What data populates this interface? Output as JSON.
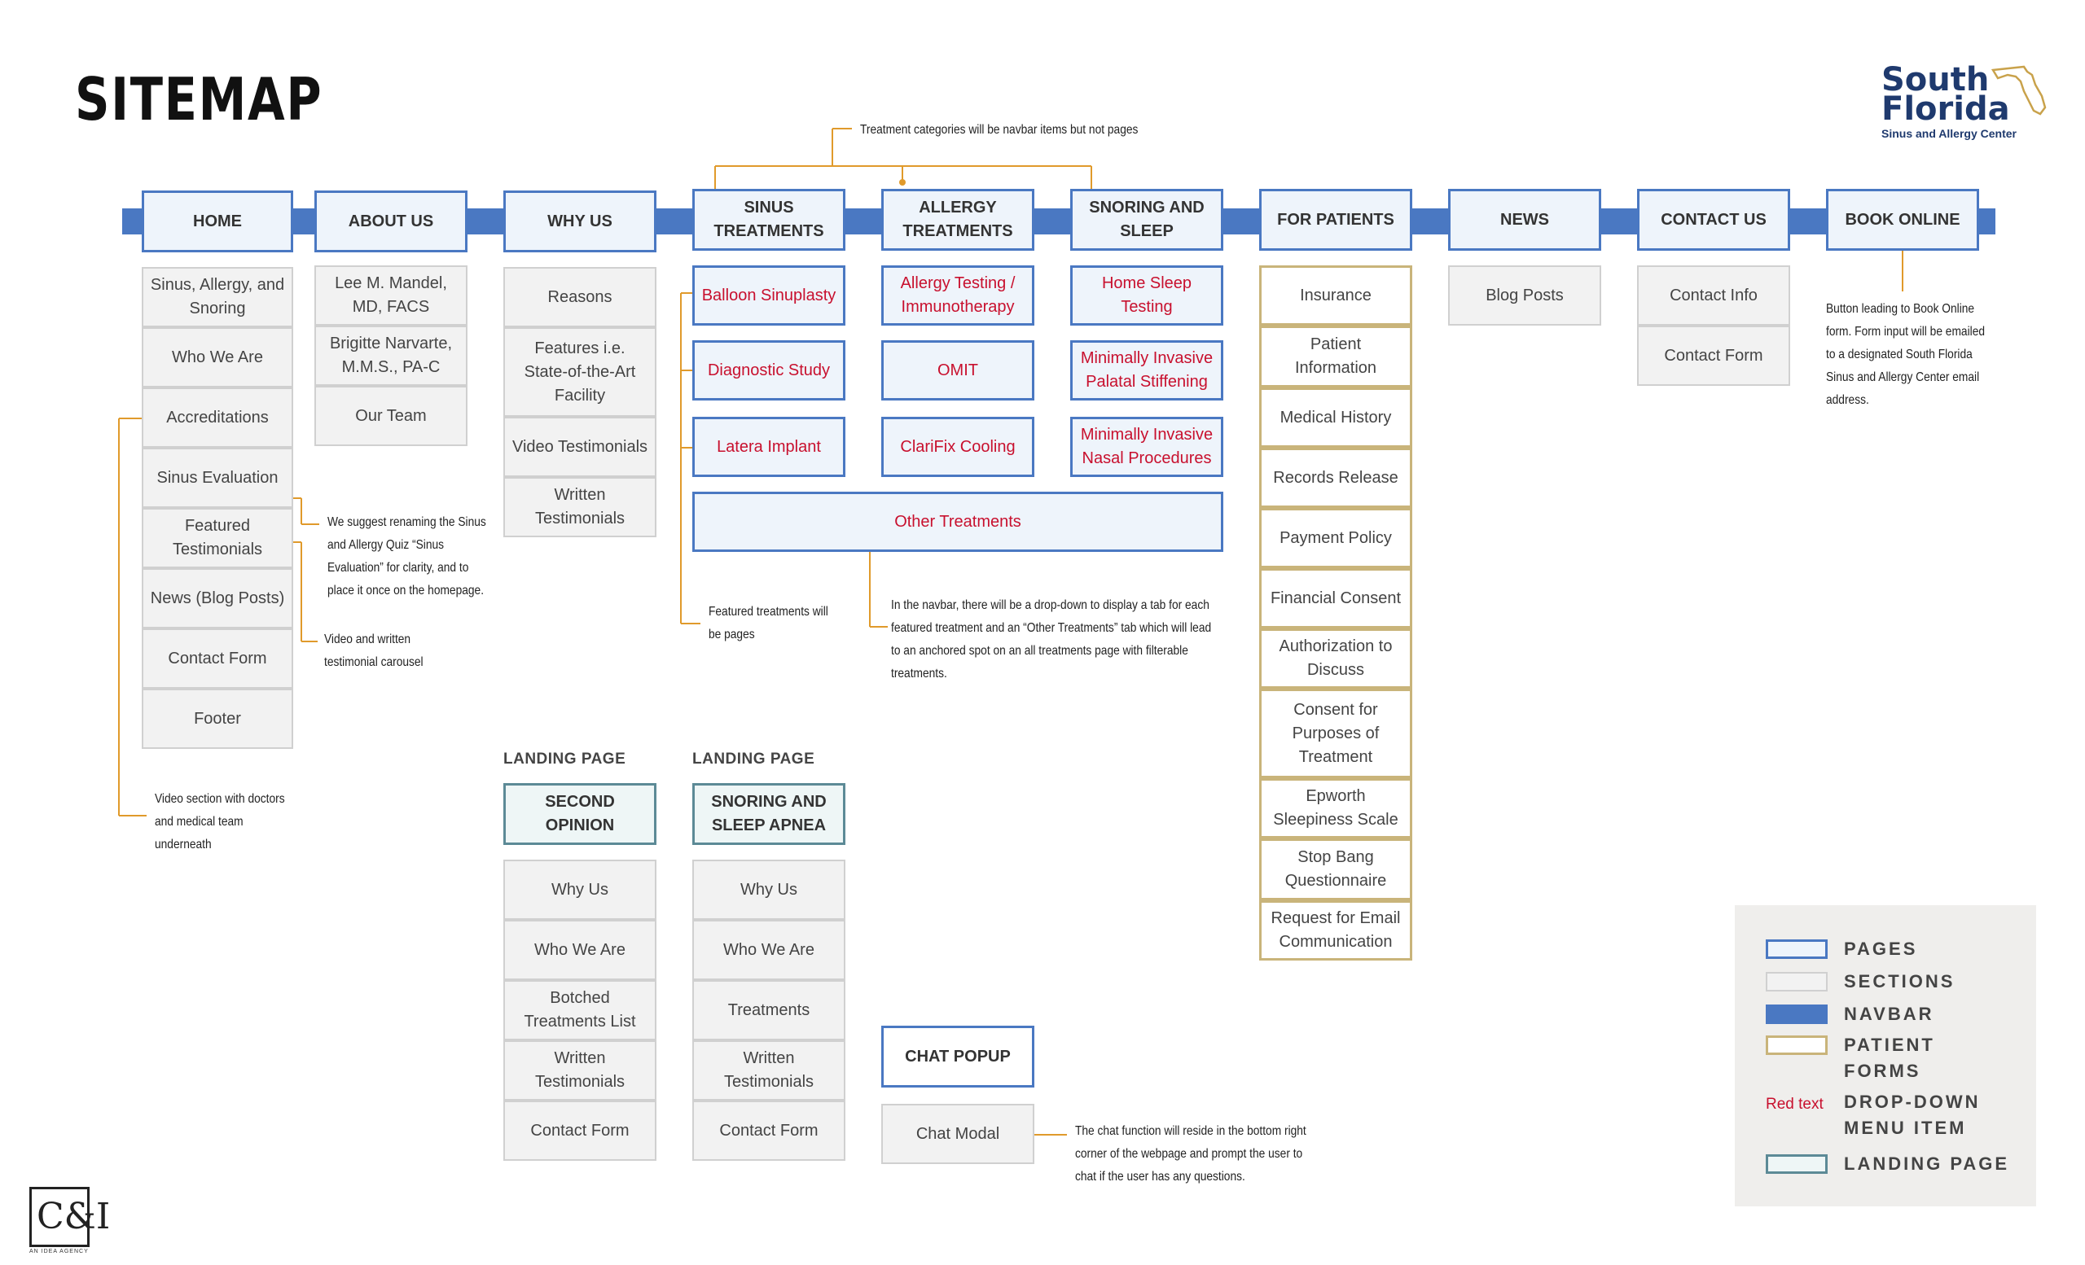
{
  "title": "SITEMAP",
  "logo": {
    "line1": "South",
    "line2": "Florida",
    "line3": "Sinus and Allergy Center"
  },
  "nav": {
    "home": "HOME",
    "about": "ABOUT US",
    "why": "WHY US",
    "sinus": "SINUS TREATMENTS",
    "allergy": "ALLERGY TREATMENTS",
    "snoring": "SNORING AND SLEEP",
    "patients": "FOR PATIENTS",
    "news": "NEWS",
    "contact": "CONTACT US",
    "book": "BOOK ONLINE"
  },
  "home_sections": [
    "Sinus, Allergy, and Snoring",
    "Who We Are",
    "Accreditations",
    "Sinus Evaluation",
    "Featured Testimonials",
    "News (Blog Posts)",
    "Contact Form",
    "Footer"
  ],
  "about_sections": [
    "Lee M. Mandel, MD, FACS",
    "Brigitte Narvarte, M.M.S., PA-C",
    "Our Team"
  ],
  "why_sections": [
    "Reasons",
    "Features i.e. State-of-the-Art Facility",
    "Video Testimonials",
    "Written Testimonials"
  ],
  "sinus_items": [
    "Balloon Sinuplasty",
    "Diagnostic Study",
    "Latera Implant"
  ],
  "allergy_items": [
    "Allergy Testing / Immunotherapy",
    "OMIT",
    "ClariFix Cooling"
  ],
  "snoring_items": [
    "Home Sleep Testing",
    "Minimally Invasive Palatal Stiffening",
    "Minimally Invasive Nasal Procedures"
  ],
  "other_treatments": "Other Treatments",
  "patient_forms": [
    "Insurance",
    "Patient Information",
    "Medical History",
    "Records Release",
    "Payment Policy",
    "Financial Consent",
    "Authorization to Discuss",
    "Consent for Purposes of Treatment",
    "Epworth Sleepiness Scale",
    "Stop Bang Questionnaire",
    "Request for Email Communication"
  ],
  "news_sections": [
    "Blog Posts"
  ],
  "contact_sections": [
    "Contact Info",
    "Contact Form"
  ],
  "landing_label": "LANDING PAGE",
  "landing1": {
    "title": "SECOND OPINION",
    "sections": [
      "Why Us",
      "Who We Are",
      "Botched Treatments List",
      "Written Testimonials",
      "Contact Form"
    ]
  },
  "landing2": {
    "title": "SNORING AND SLEEP APNEA",
    "sections": [
      "Why Us",
      "Who We Are",
      "Treatments",
      "Written Testimonials",
      "Contact Form"
    ]
  },
  "chat": {
    "title": "CHAT POPUP",
    "section": "Chat Modal"
  },
  "notes": {
    "treatment_categories": "Treatment categories will be navbar items but not pages",
    "rename_quiz": "We suggest renaming the Sinus and Allergy Quiz “Sinus Evaluation” for clarity, and to place it once on the homepage.",
    "carousel": "Video and written testimonial carousel",
    "video_section": "Video section with doctors and medical team underneath",
    "featured_pages": "Featured treatments will be pages",
    "navbar_dropdown": "In the navbar, there will be a drop-down to display a tab for each featured treatment and an “Other Treatments” tab which will lead to an anchored spot on an all treatments page with filterable treatments.",
    "book_online": "Button leading to Book Online form. Form input will be emailed to a designated South Florida Sinus and Allergy Center email address.",
    "chat": "The chat function will reside in the bottom right corner of the webpage and prompt the user to chat if the user has any questions."
  },
  "legend": {
    "pages": "PAGES",
    "sections": "SECTIONS",
    "navbar": "NAVBAR",
    "patient_forms": "PATIENT FORMS",
    "red_text": "Red text",
    "dropdown": "DROP-DOWN MENU ITEM",
    "landing": "LANDING PAGE"
  },
  "colors": {
    "navbar": "#4a78c2",
    "accent_line": "#e09a2b",
    "dropdown_text": "#c8102e",
    "form_border": "#c9b47a",
    "landing_border": "#5c8a96"
  },
  "agency": {
    "mark": "C&I",
    "sub": "AN IDEA AGENCY"
  }
}
